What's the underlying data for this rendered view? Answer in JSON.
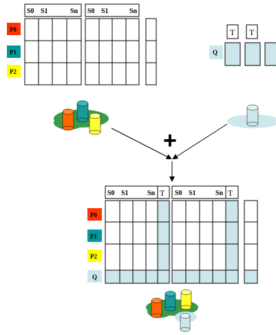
{
  "top_left_table": {
    "header_block1": {
      "s0": "S0",
      "s1": "S1",
      "sn": "Sn"
    },
    "header_block2": {
      "s0": "S0",
      "s1": "S1",
      "sn": "Sn"
    },
    "rows": [
      {
        "label": "P0",
        "color": "#ff3300"
      },
      {
        "label": "P1",
        "color": "#009999"
      },
      {
        "label": "P2",
        "color": "#ffff00"
      }
    ]
  },
  "top_right_table": {
    "t_labels": [
      "T",
      "T"
    ],
    "row_label": "Q",
    "row_color": "#cce6ec"
  },
  "operator": "+",
  "bottom_table": {
    "header_block1": {
      "s0": "S0",
      "s1": "S1",
      "sn": "Sn",
      "t": "T"
    },
    "header_block2": {
      "s0": "S0",
      "s1": "S1",
      "sn": "Sn",
      "t": "T"
    },
    "rows": [
      {
        "label": "P0",
        "color": "#ff3300"
      },
      {
        "label": "P1",
        "color": "#009999"
      },
      {
        "label": "P2",
        "color": "#ffff00"
      },
      {
        "label": "Q",
        "color": "#cce6ec"
      }
    ]
  },
  "colors": {
    "highlight": "#cce6ec",
    "cloud": "#3a9a4a",
    "cylinder_orange": "#ff6600",
    "cylinder_teal": "#1a9999",
    "cylinder_yellow": "#ffff33",
    "cylinder_light": "#cde8ec"
  }
}
